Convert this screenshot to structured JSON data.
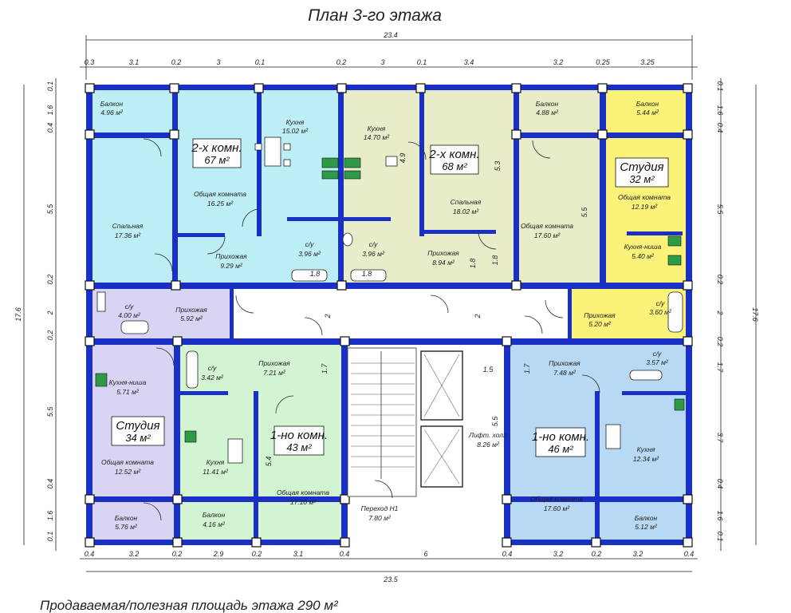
{
  "title": "План 3-го этажа",
  "footer": "Продаваемая/полезная площадь этажа  290 м²",
  "colors": {
    "wall": "#1a2fc4",
    "cyan": "#bdeef6",
    "lightblue": "#b8d9f3",
    "green": "#d3f4d3",
    "olive": "#e9ecc8",
    "yellow": "#fbf27a",
    "lavender": "#d9d4f3"
  },
  "dims": {
    "top_total": "23.4",
    "top_segments": [
      "0.3",
      "3.1",
      "0.2",
      "3",
      "0.1",
      "0.2",
      "3",
      "0.1",
      "3.4",
      "3.2",
      "0.25",
      "3.25"
    ],
    "bottom_total": "23.5",
    "bottom_segments": [
      "0.4",
      "3.2",
      "0.2",
      "2.9",
      "0.2",
      "3.1",
      "0.4",
      "6",
      "0.4",
      "3.2",
      "0.2",
      "3.2",
      "0.4"
    ],
    "left_total": "17.6",
    "left_segments": [
      "0.1",
      "1.6",
      "0.4",
      "5.5",
      "0.2",
      "2",
      "0.2",
      "5.5",
      "0.4",
      "1.6",
      "0.1"
    ],
    "right_total": "17.6",
    "right_segments": [
      "0.1",
      "1.6",
      "0.4",
      "5.5",
      "0.2",
      "2",
      "0.2",
      "1.7",
      "3.7",
      "0.4",
      "1.6",
      "0.1"
    ],
    "inner": [
      "1.8",
      "1.8",
      "1.8",
      "4.9",
      "5.3",
      "5.5",
      "2",
      "2",
      "1.7",
      "1.7",
      "5.4",
      "5.5",
      "1.5",
      "1.8"
    ]
  },
  "apartments": [
    {
      "name": "2-х комн.",
      "area": "67 м²"
    },
    {
      "name": "2-х комн.",
      "area": "68 м²"
    },
    {
      "name": "Студия",
      "area": "32 м²"
    },
    {
      "name": "Студия",
      "area": "34 м²"
    },
    {
      "name": "1-но комн.",
      "area": "43 м²"
    },
    {
      "name": "1-но комн.",
      "area": "46 м²"
    }
  ],
  "rooms": [
    {
      "label": "Балкон",
      "area": "4.96 м²"
    },
    {
      "label": "Кухня",
      "area": "15.02 м²"
    },
    {
      "label": "Общая комната",
      "area": "16.25 м²"
    },
    {
      "label": "Спальная",
      "area": "17.36 м²"
    },
    {
      "label": "Прихожая",
      "area": "9.29 м²"
    },
    {
      "label": "с/у",
      "area": "3.96 м²"
    },
    {
      "label": "Кухня",
      "area": "14.70 м²"
    },
    {
      "label": "с/у",
      "area": "3.96 м²"
    },
    {
      "label": "Спальная",
      "area": "18.02 м²"
    },
    {
      "label": "Прихожая",
      "area": "8.94 м²"
    },
    {
      "label": "Балкон",
      "area": "4.88 м²"
    },
    {
      "label": "Общая комната",
      "area": "17.60 м²"
    },
    {
      "label": "Балкон",
      "area": "5.44 м²"
    },
    {
      "label": "Общая комната",
      "area": "12.19 м²"
    },
    {
      "label": "Кухня-ниша",
      "area": "5.40 м²"
    },
    {
      "label": "с/у",
      "area": "4.00 м²"
    },
    {
      "label": "Прихожая",
      "area": "5.92 м²"
    },
    {
      "label": "Прихожая",
      "area": "5.20 м²"
    },
    {
      "label": "с/у",
      "area": "3.60 м²"
    },
    {
      "label": "Кухня-ниша",
      "area": "5.71 м²"
    },
    {
      "label": "Общая комната",
      "area": "12.52 м²"
    },
    {
      "label": "Балкон",
      "area": "5.76 м²"
    },
    {
      "label": "с/у",
      "area": "3.42 м²"
    },
    {
      "label": "Прихожая",
      "area": "7.21 м²"
    },
    {
      "label": "Кухня",
      "area": "11.41 м²"
    },
    {
      "label": "Балкон",
      "area": "4.16 м²"
    },
    {
      "label": "Общая комната",
      "area": "17.10 м²"
    },
    {
      "label": "Лифт. холл",
      "area": "8.26 м²"
    },
    {
      "label": "Переход Н1",
      "area": "7.80 м²"
    },
    {
      "label": "Прихожая",
      "area": "7.48 м²"
    },
    {
      "label": "с/у",
      "area": "3.57 м²"
    },
    {
      "label": "Кухня",
      "area": "12.34 м²"
    },
    {
      "label": "Общая комната",
      "area": "17.60 м²"
    },
    {
      "label": "Балкон",
      "area": "5.12 м²"
    }
  ]
}
